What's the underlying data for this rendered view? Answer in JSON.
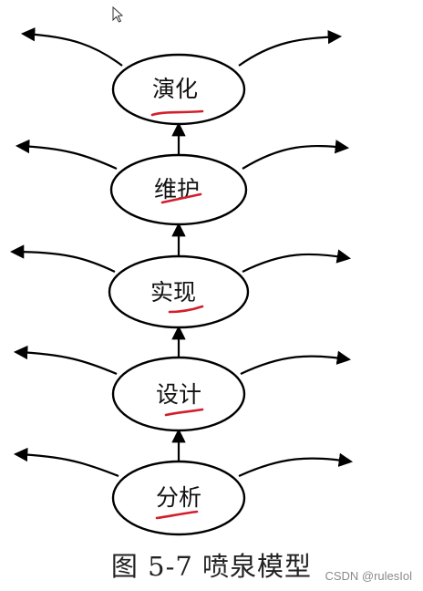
{
  "nodes": [
    {
      "label": "演化"
    },
    {
      "label": "维护"
    },
    {
      "label": "实现"
    },
    {
      "label": "设计"
    },
    {
      "label": "分析"
    }
  ],
  "caption": "图 5-7  喷泉模型",
  "watermark": "CSDN @rulesIol",
  "colors": {
    "line": "#000000",
    "underline": "#d21f2b",
    "text": "#111111"
  },
  "icons": [
    "mouse-cursor-icon",
    "arrowhead-icon"
  ]
}
